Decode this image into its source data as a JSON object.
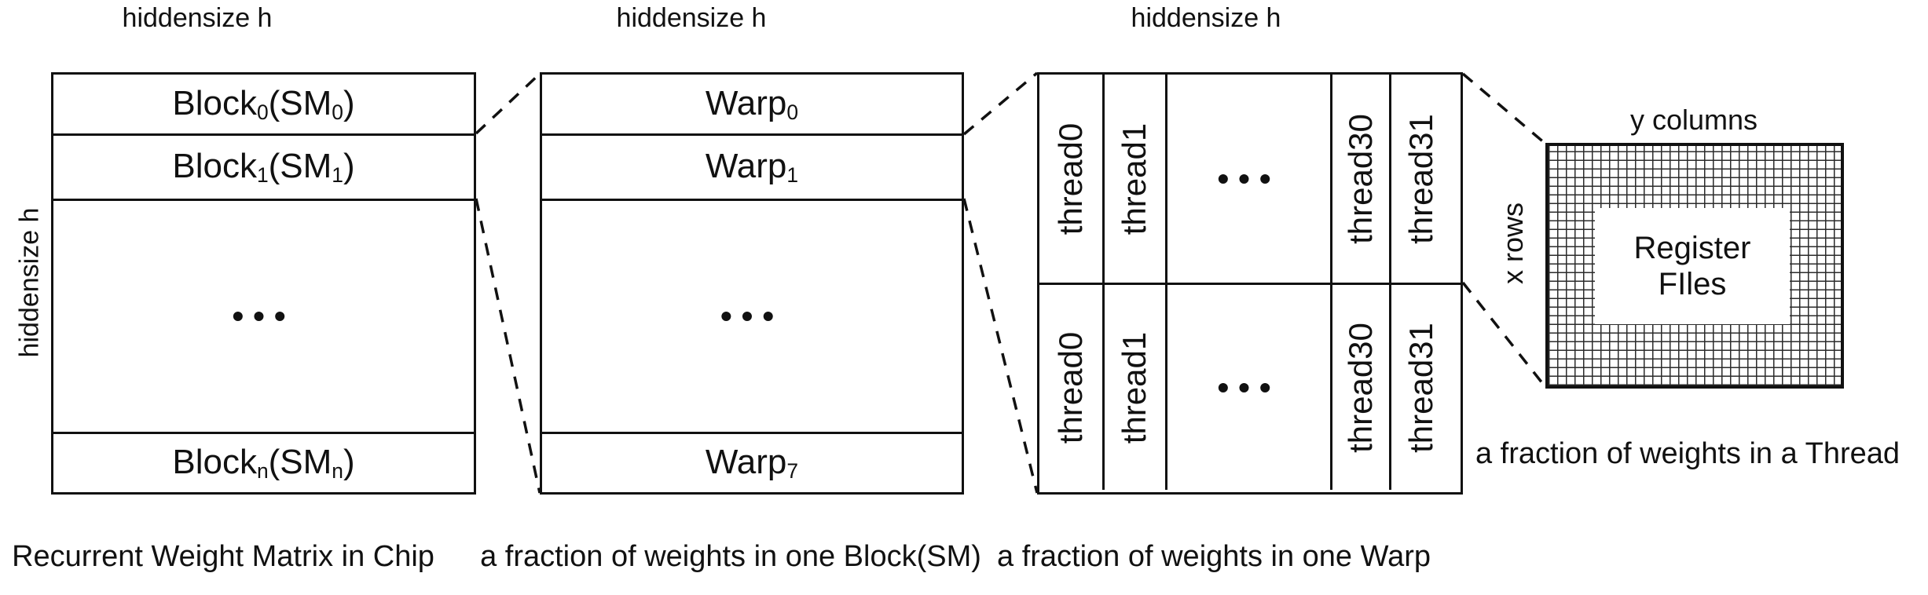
{
  "colors": {
    "ink": "#111111",
    "background": "#ffffff"
  },
  "top_labels": {
    "chip": "hiddensize h",
    "block": "hiddensize h",
    "warp": "hiddensize h"
  },
  "side_labels": {
    "chip_rows": "hiddensize h",
    "register_rows": "x rows",
    "register_cols": "y columns"
  },
  "chip_matrix": {
    "caption": "Recurrent Weight Matrix in Chip",
    "rows": [
      {
        "t1": "Block",
        "s1": "0",
        "t2": "(SM",
        "s2": "0",
        "t3": ")"
      },
      {
        "t1": "Block",
        "s1": "1",
        "t2": "(SM",
        "s2": "1",
        "t3": ")"
      },
      {
        "dots": "•••"
      },
      {
        "t1": "Block",
        "s1": "n",
        "t2": "(SM",
        "s2": "n",
        "t3": ")"
      }
    ]
  },
  "block_matrix": {
    "caption": "a fraction of weights in one Block(SM)",
    "rows": [
      {
        "t1": "Warp",
        "s1": "0"
      },
      {
        "t1": "Warp",
        "s1": "1"
      },
      {
        "dots": "•••"
      },
      {
        "t1": "Warp",
        "s1": "7"
      }
    ]
  },
  "warp_matrix": {
    "caption": "a fraction of weights in one Warp",
    "row_top": {
      "cells": [
        "thread0",
        "thread1",
        "•••",
        "thread30",
        "thread31"
      ]
    },
    "row_bottom": {
      "cells": [
        "thread0",
        "thread1",
        "•••",
        "thread30",
        "thread31"
      ]
    }
  },
  "register_files": {
    "caption": "a fraction of weights in a Thread",
    "label_line1": "Register",
    "label_line2": "FIles"
  }
}
